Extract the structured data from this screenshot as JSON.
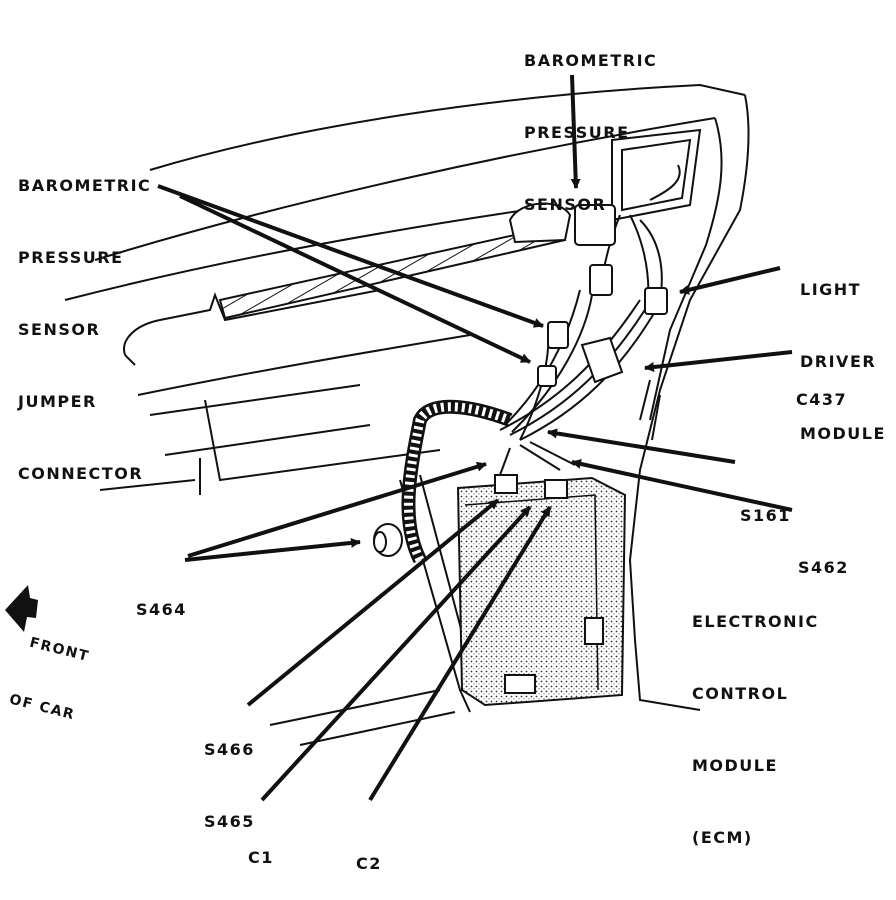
{
  "colors": {
    "ink": "#111111",
    "paper": "#ffffff"
  },
  "labels": {
    "baro_sensor": [
      "BAROMETRIC",
      "PRESSURE",
      "SENSOR"
    ],
    "baro_jumper": [
      "BAROMETRIC",
      "PRESSURE",
      "SENSOR",
      "JUMPER",
      "CONNECTOR"
    ],
    "light_driver": [
      "LIGHT",
      "DRIVER",
      "MODULE"
    ],
    "c437": "C437",
    "s161": "S161",
    "s462": "S462",
    "s464": "S464",
    "ecm": [
      "ELECTRONIC",
      "CONTROL",
      "MODULE",
      "(ECM)"
    ],
    "s466": "S466",
    "s465": "S465",
    "c1": "C1",
    "c2": "C2",
    "front_of_car": [
      "FRONT",
      "OF CAR"
    ]
  }
}
